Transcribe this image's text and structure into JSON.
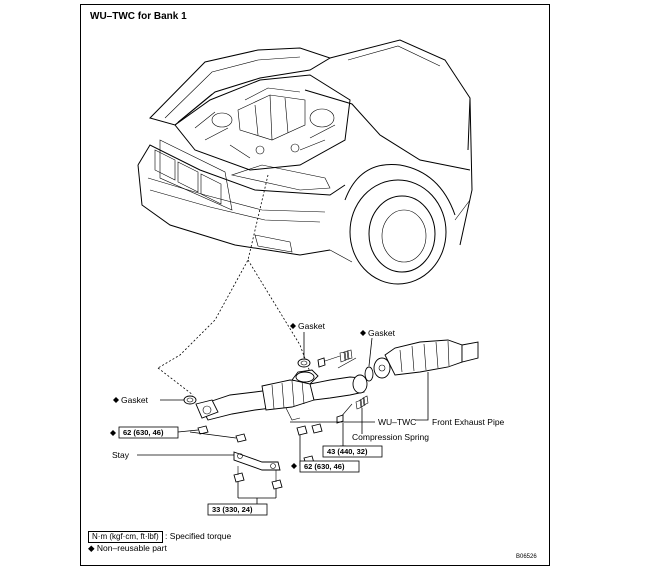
{
  "title": "WU–TWC for Bank 1",
  "labels": {
    "gasket_top": "Gasket",
    "gasket_right": "Gasket",
    "gasket_left": "Gasket",
    "stay": "Stay",
    "wu_twc": "WU–TWC",
    "front_exhaust_pipe": "Front Exhaust Pipe",
    "compression_spring": "Compression Spring"
  },
  "torques": {
    "left_nuts": "62 (630, 46)",
    "mid_nuts": "62 (630, 46)",
    "spring_bolts": "43 (440, 32)",
    "stay_bolts": "33 (330, 24)"
  },
  "legend": {
    "units": "N·m (kgf·cm, ft·lbf)",
    "units_desc": ": Specified torque",
    "nonreusable_symbol": "◆",
    "nonreusable_desc": "Non–reusable part"
  },
  "figure_code": "B06526"
}
